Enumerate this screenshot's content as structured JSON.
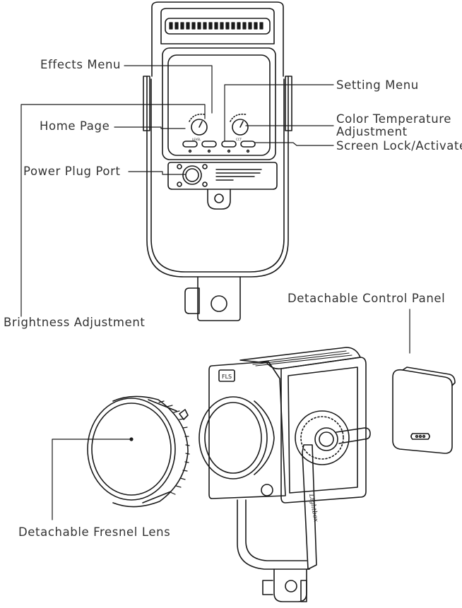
{
  "labels": {
    "effects_menu": "Effects Menu",
    "setting_menu": "Setting Menu",
    "home_page": "Home Page",
    "color_temp_line1": "Color Temperature",
    "color_temp_line2": "Adjustment",
    "screen_lock": "Screen Lock/Activate",
    "power_plug": "Power Plug Port",
    "brightness": "Brightness Adjustment",
    "detachable_panel": "Detachable Control Panel",
    "fresnel_lens": "Detachable Fresnel Lens"
  },
  "device_markings": {
    "brand": "Lightbox",
    "badge": "FLS",
    "knob_left": "LEVEL",
    "knob_right": "CCT"
  },
  "colors": {
    "line": "#1a1a1a",
    "text": "#333333"
  }
}
